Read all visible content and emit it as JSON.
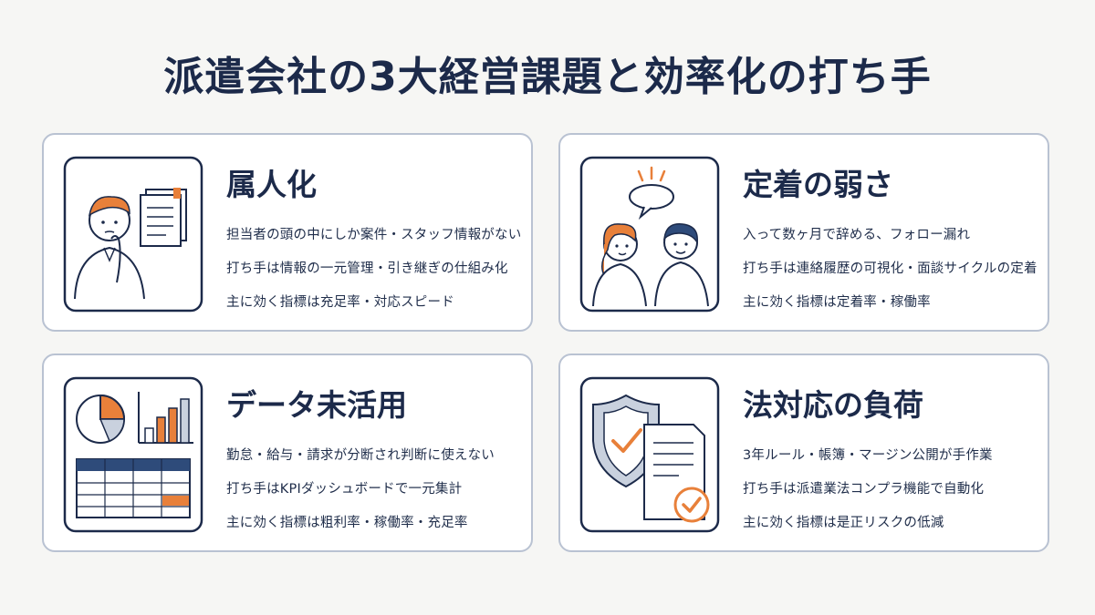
{
  "title": "派遣会社の3大経営課題と効率化の打ち手",
  "colors": {
    "navy": "#1c2a4a",
    "accent": "#e8803a",
    "border": "#b9c2d2"
  },
  "cards": [
    {
      "heading": "属人化",
      "icon": "confused-person-with-documents-icon",
      "lines": [
        "担当者の頭の中にしか案件・スタッフ情報がない",
        "打ち手は情報の一元管理・引き継ぎの仕組み化",
        "主に効く指標は充足率・対応スピード"
      ]
    },
    {
      "heading": "定着の弱さ",
      "icon": "two-people-conversation-icon",
      "lines": [
        "入って数ヶ月で辞める、フォロー漏れ",
        "打ち手は連絡履歴の可視化・面談サイクルの定着",
        "主に効く指標は定着率・稼働率"
      ]
    },
    {
      "heading": "データ未活用",
      "icon": "charts-and-spreadsheet-icon",
      "lines": [
        "勤怠・給与・請求が分断され判断に使えない",
        "打ち手はKPIダッシュボードで一元集計",
        "主に効く指標は粗利率・稼働率・充足率"
      ]
    },
    {
      "heading": "法対応の負荷",
      "icon": "shield-and-checked-document-icon",
      "lines": [
        "3年ルール・帳簿・マージン公開が手作業",
        "打ち手は派遣業法コンプラ機能で自動化",
        "主に効く指標は是正リスクの低減"
      ]
    }
  ]
}
